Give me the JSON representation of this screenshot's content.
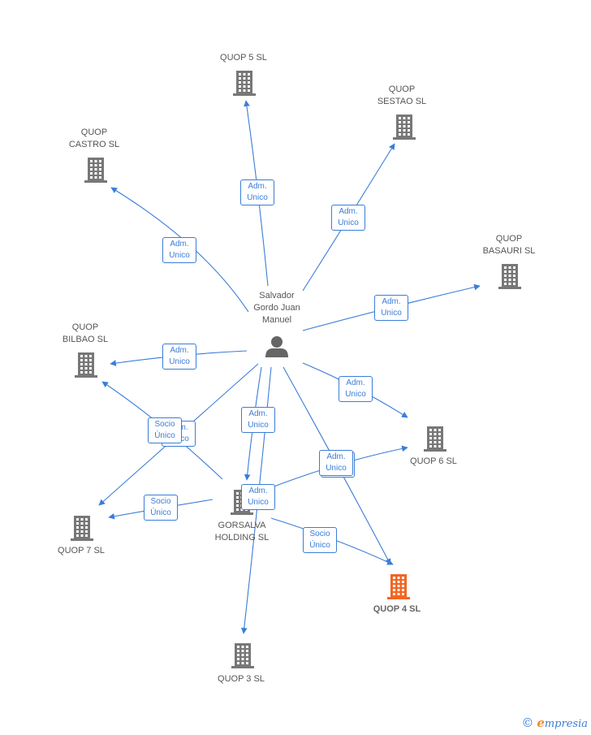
{
  "nodes": [
    {
      "id": "person",
      "type": "person",
      "label": "Salvador\nGordo Juan\nManuel"
    },
    {
      "id": "q5",
      "type": "company",
      "label": "QUOP 5  SL"
    },
    {
      "id": "sestao",
      "type": "company",
      "label": "QUOP\nSESTAO SL"
    },
    {
      "id": "castro",
      "type": "company",
      "label": "QUOP\nCASTRO  SL"
    },
    {
      "id": "basauri",
      "type": "company",
      "label": "QUOP\nBASAURI  SL"
    },
    {
      "id": "bilbao",
      "type": "company",
      "label": "QUOP\nBILBAO  SL"
    },
    {
      "id": "q6",
      "type": "company",
      "label": "QUOP 6  SL"
    },
    {
      "id": "gorsalva",
      "type": "company",
      "label": "GORSALVA\nHOLDING SL"
    },
    {
      "id": "q7",
      "type": "company",
      "label": "QUOP 7  SL"
    },
    {
      "id": "q4",
      "type": "company",
      "label": "QUOP 4  SL",
      "highlight": true
    },
    {
      "id": "q3",
      "type": "company",
      "label": "QUOP 3  SL"
    }
  ],
  "edges": [
    {
      "from": "person",
      "to": "q5",
      "label": "Adm.\nUnico"
    },
    {
      "from": "person",
      "to": "sestao",
      "label": "Adm.\nUnico"
    },
    {
      "from": "person",
      "to": "castro",
      "label": "Adm.\nUnico"
    },
    {
      "from": "person",
      "to": "basauri",
      "label": "Adm.\nUnico"
    },
    {
      "from": "person",
      "to": "bilbao",
      "label": "Adm.\nUnico"
    },
    {
      "from": "person",
      "to": "q6",
      "label": "Adm.\nUnico"
    },
    {
      "from": "person",
      "to": "gorsalva",
      "label": "Adm.\nUnico"
    },
    {
      "from": "person",
      "to": "q7",
      "label": "Adm.\nUnico"
    },
    {
      "from": "person",
      "to": "q4",
      "label": "Adm.\nUnico"
    },
    {
      "from": "person",
      "to": "q3",
      "label": "Adm.\nUnico"
    },
    {
      "from": "gorsalva",
      "to": "bilbao",
      "label": "Socio\nÚnico"
    },
    {
      "from": "gorsalva",
      "to": "q7",
      "label": "Socio\nÚnico"
    },
    {
      "from": "gorsalva",
      "to": "q6",
      "label": "Adm.\nUnico"
    },
    {
      "from": "gorsalva",
      "to": "q4",
      "label": "Socio\nÚnico"
    }
  ],
  "colors": {
    "edge": "#3b7dd8",
    "company": "#777777",
    "highlight": "#f26522",
    "person": "#666666"
  },
  "brand": {
    "copyright": "©",
    "initial": "e",
    "name": "mpresia"
  }
}
